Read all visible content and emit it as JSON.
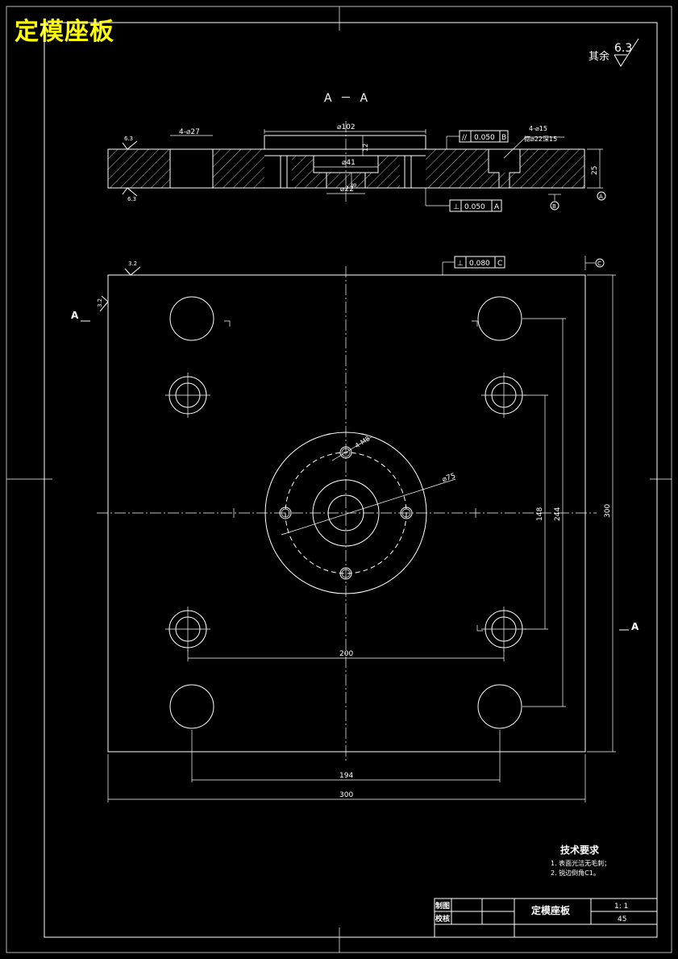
{
  "title": "定模座板",
  "roughness_note": {
    "label": "其余",
    "value": "6.3"
  },
  "section_label": "A － A",
  "section_view": {
    "dim_outer_bore": "⌀102",
    "dim_mid_bore": "⌀41",
    "dim_inner_bore": "⌀22",
    "dim_counterbore_depth": "12",
    "dim_inner_depth": "8",
    "dim_holes_left": "4-⌀27",
    "dim_holes_right_line1": "4-⌀15",
    "dim_holes_right_line2": "锪⌀22深15",
    "dim_thickness": "25",
    "rough_top": "6.3",
    "rough_bottom": "6.3",
    "tol_parallel": {
      "value": "0.050",
      "datum": "B"
    },
    "tol_perp": {
      "value": "0.050",
      "datum": "A"
    },
    "datum_b": "B",
    "datum_a": "A"
  },
  "plan_view": {
    "rough_top": "3.2",
    "rough_side": "3.2",
    "tol_perp": {
      "value": "0.080",
      "datum": "C"
    },
    "datum_c": "C",
    "section_mark_left": "A",
    "section_mark_right": "A",
    "dim_4holes": "4-M8",
    "dim_pcd": "⌀75",
    "dim_200": "200",
    "dim_194": "194",
    "dim_300_width": "300",
    "dim_148": "148",
    "dim_244": "244",
    "dim_300_height": "300"
  },
  "tech_requirements": {
    "heading": "技术要求",
    "items": [
      "1. 表面光洁无毛刺；",
      "2. 锐边倒角C1。"
    ]
  },
  "title_block": {
    "drawn_label": "制图",
    "checked_label": "校核",
    "name": "定模座板",
    "scale": "1: 1",
    "material": "45"
  }
}
